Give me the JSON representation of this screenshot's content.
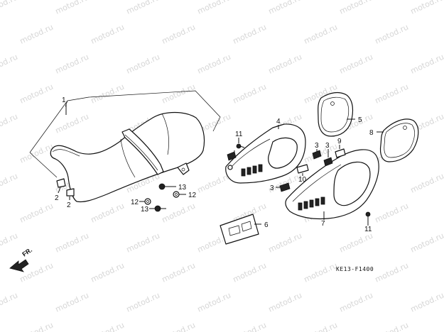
{
  "watermark": "motod.ru",
  "diagram_code": "KE13-F1400",
  "front_marker": "FR.",
  "callouts": {
    "c1": "1",
    "c2a": "2",
    "c2b": "2",
    "c3a": "3",
    "c3b": "3",
    "c3c": "3",
    "c4": "4",
    "c5": "5",
    "c6": "6",
    "c7": "7",
    "c8": "8",
    "c9": "9",
    "c10": "10",
    "c11a": "11",
    "c11b": "11",
    "c12a": "12",
    "c12b": "12",
    "c13a": "13",
    "c13b": "13"
  }
}
